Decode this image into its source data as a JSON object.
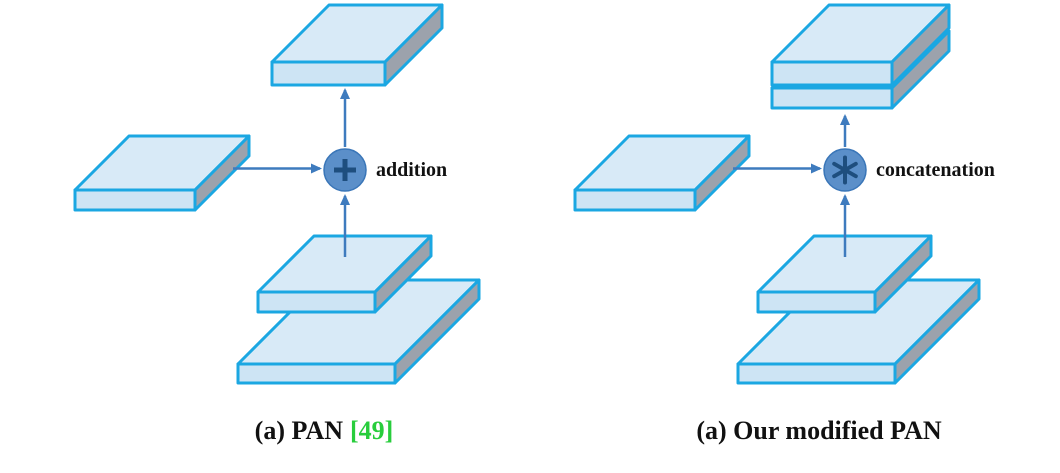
{
  "figure": {
    "panels": [
      {
        "id": "pan",
        "operator": {
          "symbol": "+",
          "icon": "plus-circle-icon",
          "label": "addition"
        },
        "caption": {
          "text": "(a) PAN",
          "citation": "[49]"
        }
      },
      {
        "id": "modified-pan",
        "operator": {
          "symbol": "✱",
          "icon": "asterisk-circle-icon",
          "label": "concatenation"
        },
        "caption": {
          "text": "(a) Our modified PAN",
          "citation": ""
        }
      }
    ]
  },
  "colors": {
    "slab_border": "#1BA7E2",
    "slab_top": "#D8EAF7",
    "slab_front": "#CDE4F4",
    "slab_side": "#9CA2AC",
    "arrow": "#3E7BBE",
    "operator_fill": "#5B8FC9",
    "operator_stroke": "#3A76B8",
    "operator_glyph": "#1E4E7E",
    "caption": "#111111",
    "citation": "#28CD3C"
  }
}
